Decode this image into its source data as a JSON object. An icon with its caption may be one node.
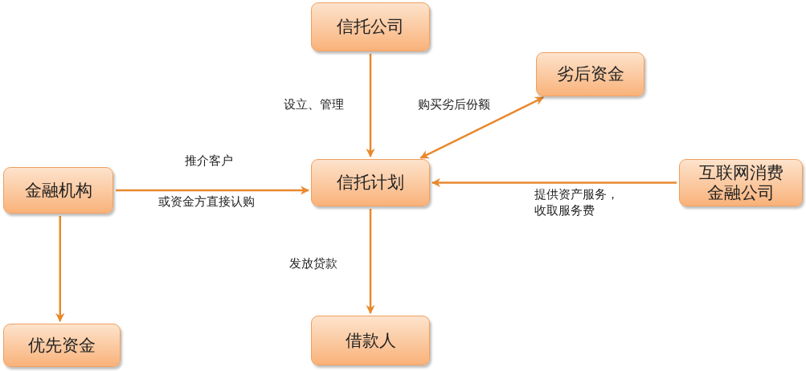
{
  "diagram": {
    "nodes": [
      {
        "text": [
          "信托公司"
        ]
      },
      {
        "text": [
          "劣后资金"
        ]
      },
      {
        "text": [
          "金融机构"
        ]
      },
      {
        "text": [
          "信托计划"
        ]
      },
      {
        "text": [
          "互联网消费金融公司"
        ]
      },
      {
        "text": [
          "优先资金"
        ]
      },
      {
        "text": [
          "借款人"
        ]
      }
    ],
    "edges": [
      {
        "from": 0,
        "to": 3,
        "arrow": "to",
        "label": "设立、管理"
      },
      {
        "from": 3,
        "to": 1,
        "arrow": "both",
        "label": "购买劣后份额"
      },
      {
        "from": 2,
        "to": 3,
        "arrow": "to",
        "label": "推介客户"
      },
      {
        "from": 4,
        "to": 3,
        "arrow": "to",
        "label": "提供资产服务，收取服务费"
      },
      {
        "from": 2,
        "to": 5,
        "arrow": "to"
      },
      {
        "from": 3,
        "to": 6,
        "arrow": "to",
        "label": "发放贷款"
      }
    ],
    "labels": [
      "或资金方直接认购"
    ]
  }
}
